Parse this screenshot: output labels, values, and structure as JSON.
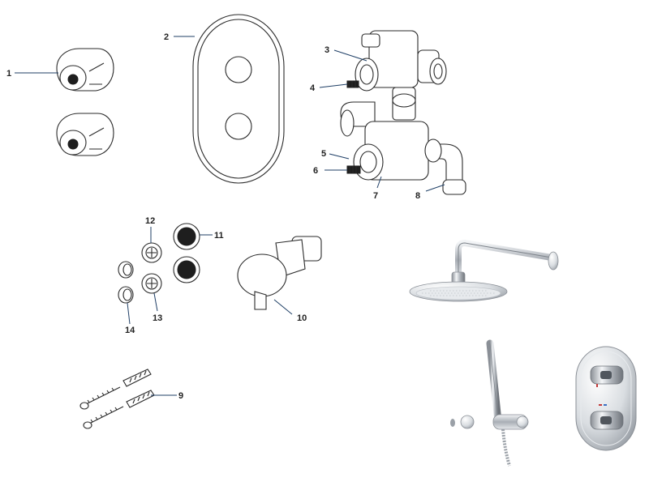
{
  "diagram": {
    "callouts": [
      {
        "id": "c1",
        "label": "1"
      },
      {
        "id": "c2",
        "label": "2"
      },
      {
        "id": "c3",
        "label": "3"
      },
      {
        "id": "c4",
        "label": "4"
      },
      {
        "id": "c5",
        "label": "5"
      },
      {
        "id": "c6",
        "label": "6"
      },
      {
        "id": "c7",
        "label": "7"
      },
      {
        "id": "c8",
        "label": "8"
      },
      {
        "id": "c9",
        "label": "9"
      },
      {
        "id": "c10",
        "label": "10"
      },
      {
        "id": "c11",
        "label": "11"
      },
      {
        "id": "c12",
        "label": "12"
      },
      {
        "id": "c13",
        "label": "13"
      },
      {
        "id": "c14",
        "label": "14"
      }
    ],
    "photos": [
      {
        "id": "overhead-shower",
        "name": "overhead-shower-head-with-arm-photo"
      },
      {
        "id": "handset-kit",
        "name": "shower-handset-riser-kit-photo"
      },
      {
        "id": "valve-faceplate",
        "name": "thermostatic-valve-faceplate-photo"
      }
    ],
    "colors": {
      "line": "#2a2a2a",
      "leader": "#1f3f66",
      "chrome": "#c9ccd0"
    }
  }
}
